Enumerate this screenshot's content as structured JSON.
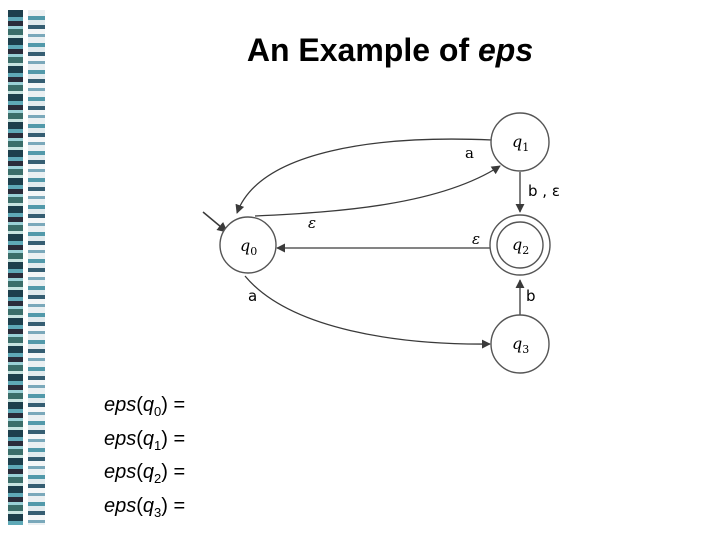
{
  "title": {
    "prefix": "An Example of",
    "emph": "eps"
  },
  "states": [
    {
      "id": "q0",
      "name": "q",
      "sub": "0",
      "start": true,
      "accept": false
    },
    {
      "id": "q1",
      "name": "q",
      "sub": "1",
      "start": false,
      "accept": false
    },
    {
      "id": "q2",
      "name": "q",
      "sub": "2",
      "start": false,
      "accept": true
    },
    {
      "id": "q3",
      "name": "q",
      "sub": "3",
      "start": false,
      "accept": false
    }
  ],
  "transitions": [
    {
      "from": "q1",
      "to": "q0",
      "label": "a"
    },
    {
      "from": "q0",
      "to": "q1",
      "label": "ε"
    },
    {
      "from": "q1",
      "to": "q2",
      "label": "b , ε"
    },
    {
      "from": "q2",
      "to": "q0",
      "label": "ε"
    },
    {
      "from": "q3",
      "to": "q2",
      "label": "b"
    },
    {
      "from": "q0",
      "to": "q3",
      "label": "a"
    }
  ],
  "eps_rows": [
    {
      "fn": "eps",
      "arg": "q",
      "sub": "0",
      "tail": ") ="
    },
    {
      "fn": "eps",
      "arg": "q",
      "sub": "1",
      "tail": ") ="
    },
    {
      "fn": "eps",
      "arg": "q",
      "sub": "2",
      "tail": ") ="
    },
    {
      "fn": "eps",
      "arg": "q",
      "sub": "3",
      "tail": ") ="
    }
  ],
  "colors": {
    "stroke": "#3a3a3a",
    "text": "#000000"
  }
}
